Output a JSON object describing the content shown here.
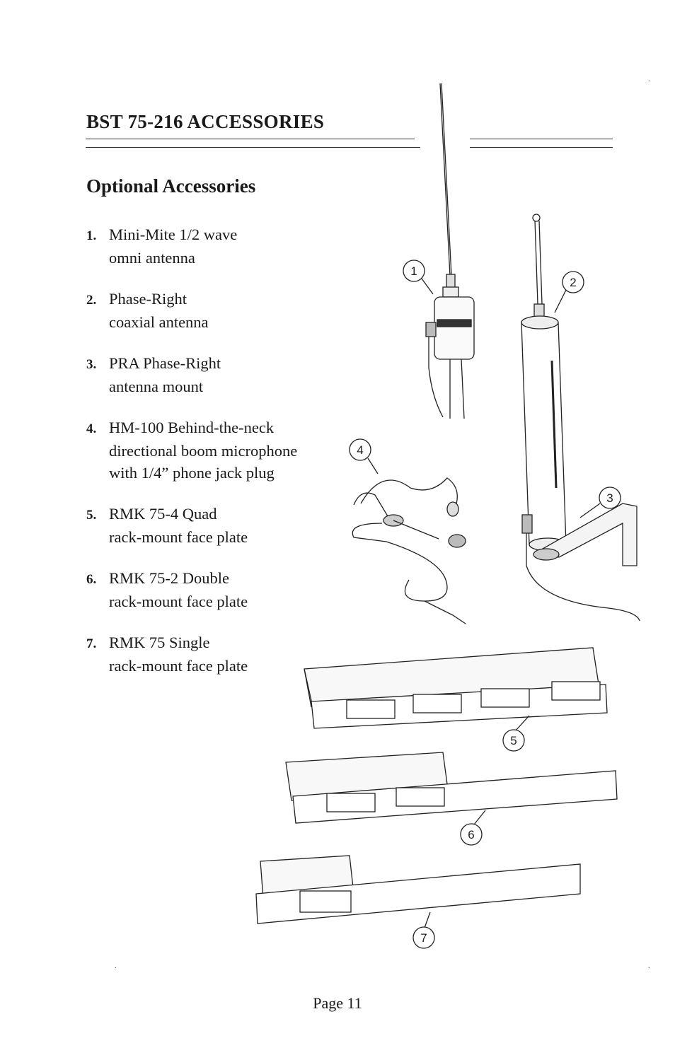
{
  "page": {
    "title": "BST 75-216 ACCESSORIES",
    "subtitle": "Optional Accessories",
    "page_number": "Page 11"
  },
  "items": [
    {
      "num": "1.",
      "line1": "Mini-Mite 1/2 wave",
      "line2": "omni antenna"
    },
    {
      "num": "2.",
      "line1": "Phase-Right",
      "line2": "coaxial antenna"
    },
    {
      "num": "3.",
      "line1": "PRA  Phase-Right",
      "line2": "antenna mount"
    },
    {
      "num": "4.",
      "line1": "HM-100  Behind-the-neck",
      "line2": "directional boom microphone",
      "line3": "with 1/4” phone jack plug"
    },
    {
      "num": "5.",
      "line1": "RMK 75-4  Quad",
      "line2": "rack-mount face plate"
    },
    {
      "num": "6.",
      "line1": "RMK 75-2  Double",
      "line2": "rack-mount face plate"
    },
    {
      "num": "7.",
      "line1": "RMK 75  Single",
      "line2": "rack-mount face plate"
    }
  ],
  "callouts": [
    "1",
    "2",
    "3",
    "4",
    "5",
    "6",
    "7"
  ]
}
